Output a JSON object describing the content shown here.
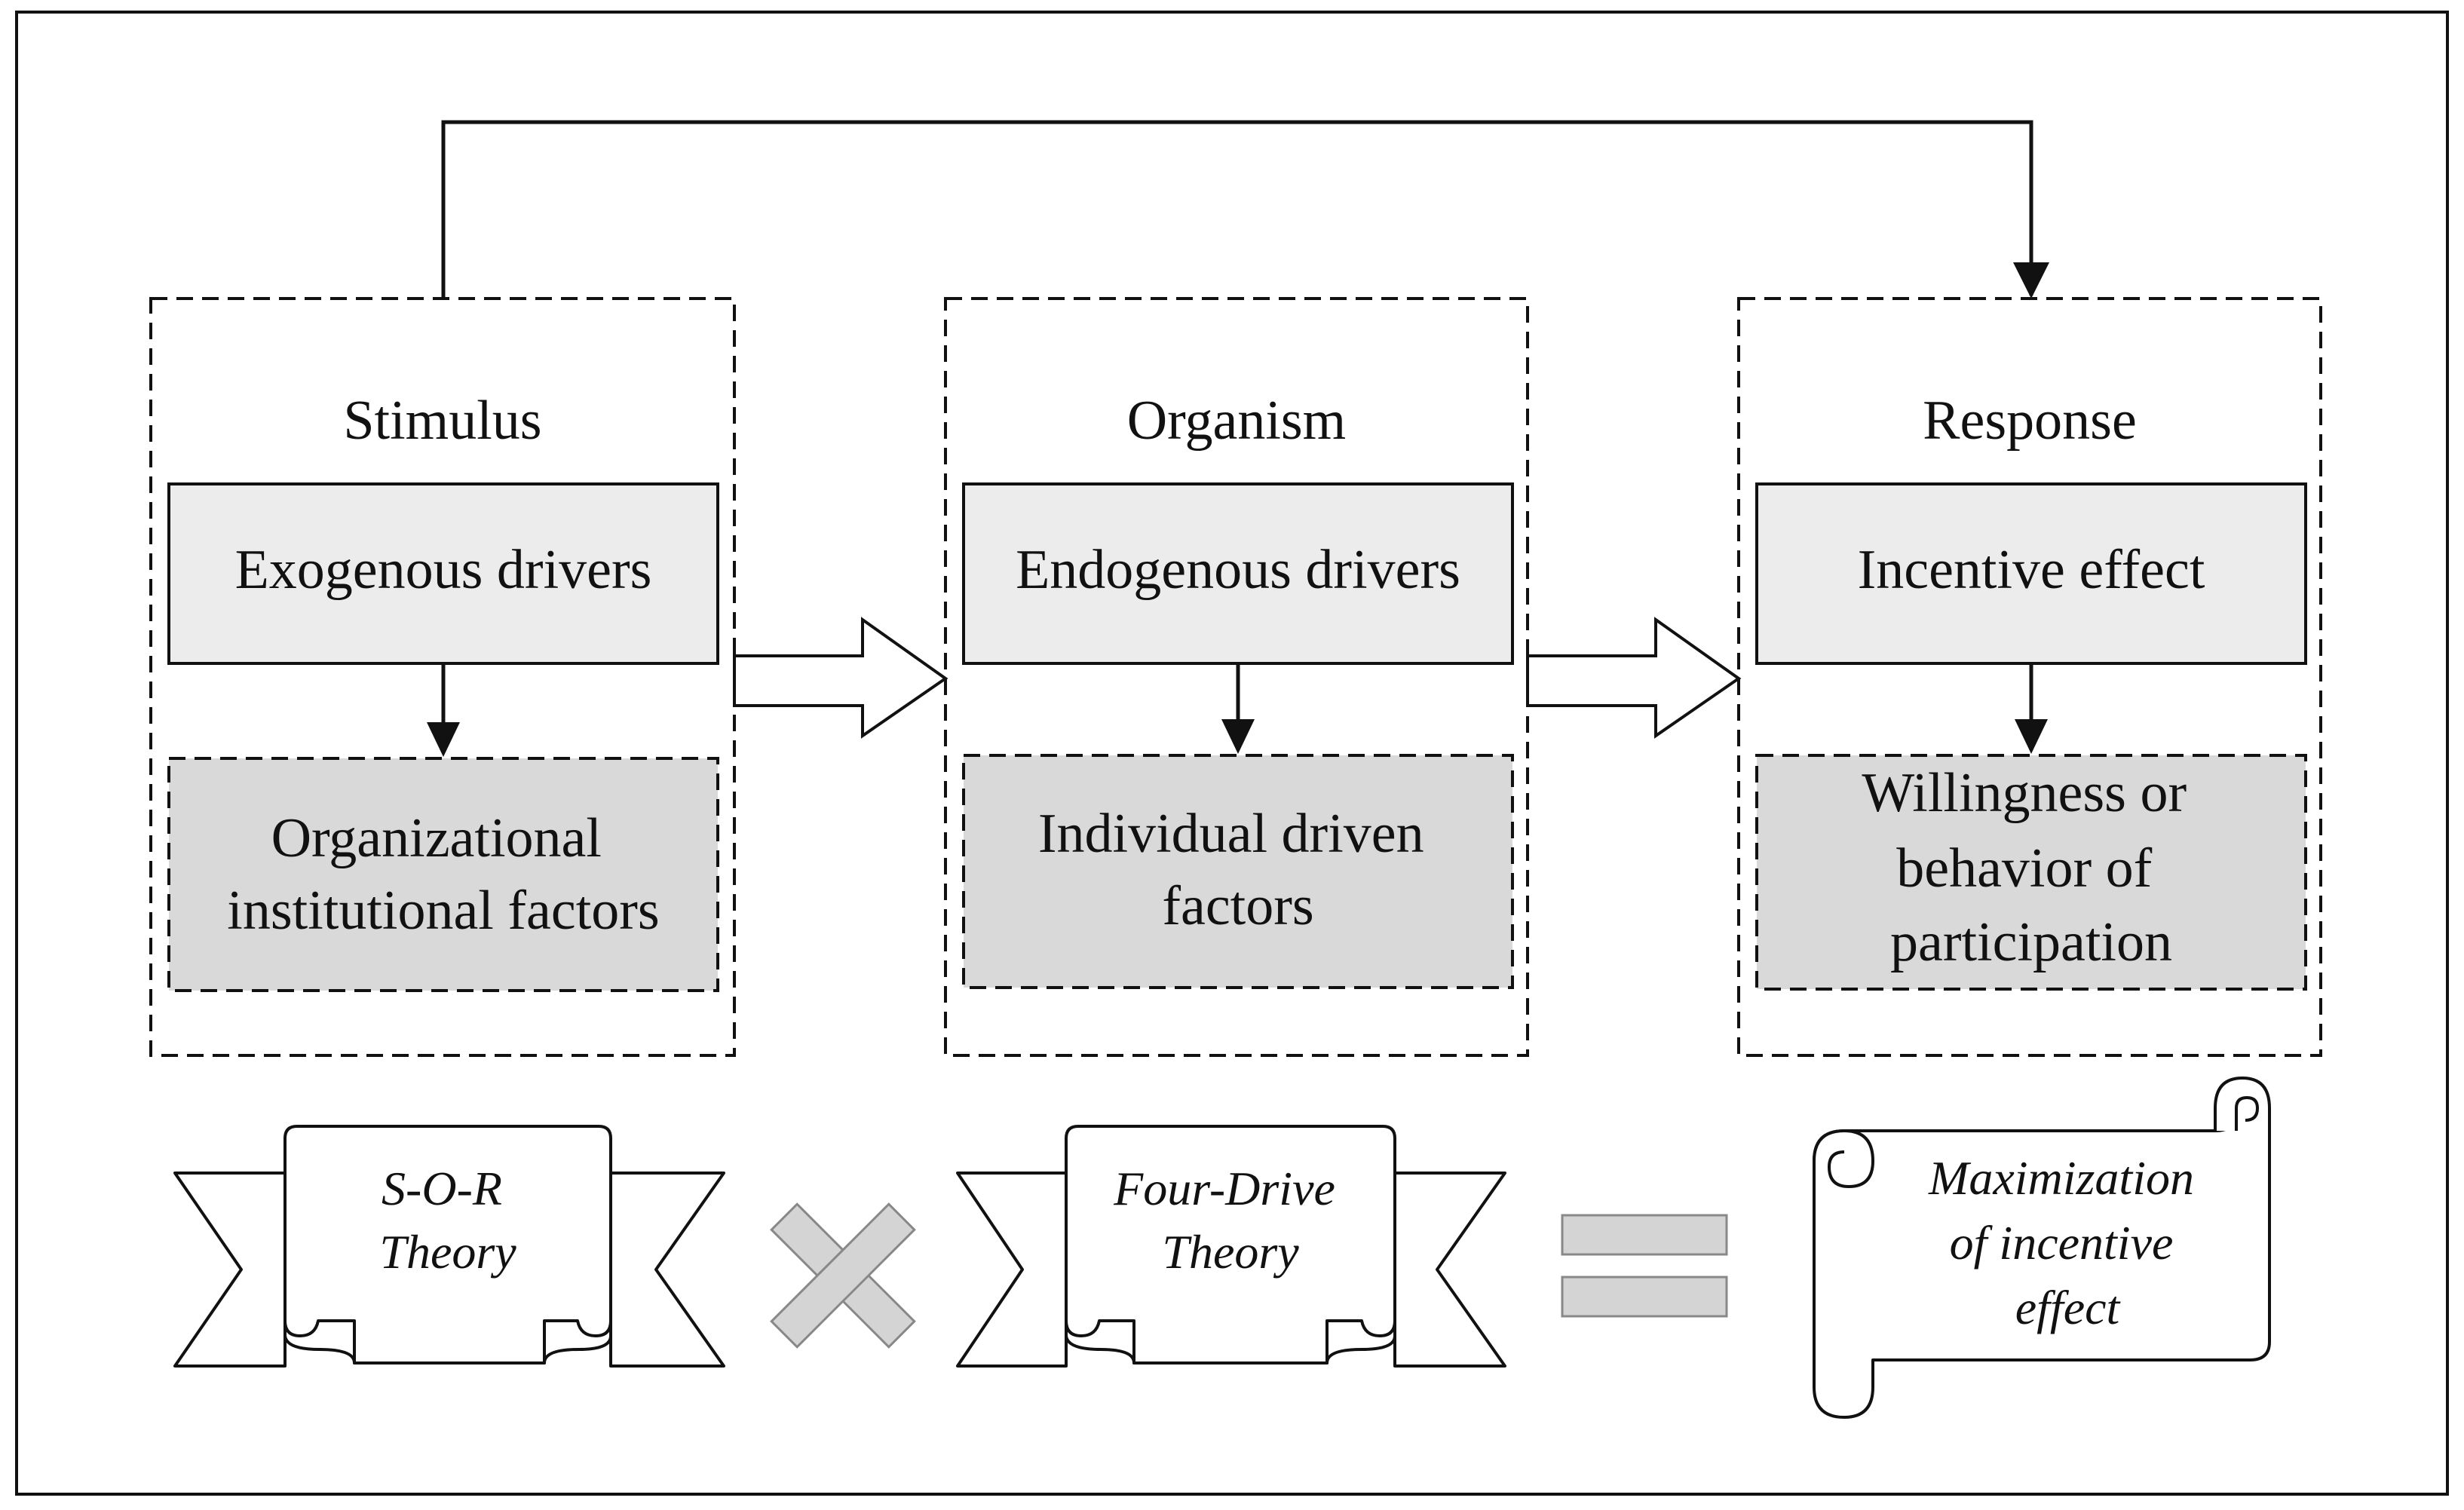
{
  "colors": {
    "line": "#111111",
    "box_fill": "#ececec",
    "factor_fill": "#d9d9d9",
    "symbol_fill": "#d4d4d4",
    "background": "#ffffff"
  },
  "stages": [
    {
      "heading": "Stimulus",
      "driver": "Exogenous drivers",
      "factor_lines": [
        "Organizational",
        "institutional factors"
      ]
    },
    {
      "heading": "Organism",
      "driver": "Endogenous drivers",
      "factor_lines": [
        "Individual driven",
        "factors"
      ]
    },
    {
      "heading": "Response",
      "driver": "Incentive effect",
      "factor_lines": [
        "Willingness or",
        "behavior of",
        "participation"
      ]
    }
  ],
  "equation": {
    "theory_1": [
      "S-O-R",
      "Theory"
    ],
    "operator_1_icon": "multiply-icon",
    "theory_2": [
      "Four-Drive",
      "Theory"
    ],
    "operator_2_icon": "equals-icon",
    "result": [
      "Maximization",
      "of incentive",
      "effect"
    ]
  }
}
